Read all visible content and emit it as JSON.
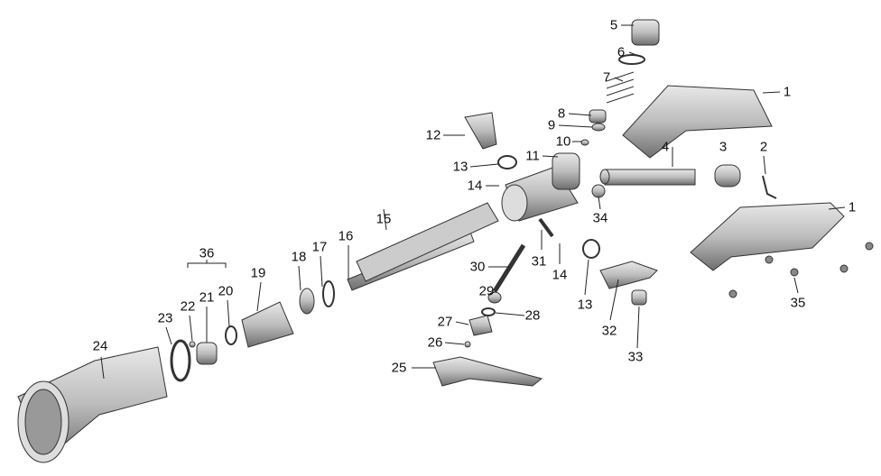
{
  "diagram": {
    "type": "exploded-parts-view",
    "labels": [
      {
        "id": "l5",
        "text": "5"
      },
      {
        "id": "l6",
        "text": "6"
      },
      {
        "id": "l7",
        "text": "7"
      },
      {
        "id": "l1a",
        "text": "1"
      },
      {
        "id": "l8",
        "text": "8"
      },
      {
        "id": "l9",
        "text": "9"
      },
      {
        "id": "l12",
        "text": "12"
      },
      {
        "id": "l10",
        "text": "10"
      },
      {
        "id": "l3",
        "text": "3"
      },
      {
        "id": "l2",
        "text": "2"
      },
      {
        "id": "l11",
        "text": "11"
      },
      {
        "id": "l4",
        "text": "4"
      },
      {
        "id": "l13a",
        "text": "13"
      },
      {
        "id": "l14a",
        "text": "14"
      },
      {
        "id": "l1b",
        "text": "1"
      },
      {
        "id": "l34",
        "text": "34"
      },
      {
        "id": "l15",
        "text": "15"
      },
      {
        "id": "l31",
        "text": "31"
      },
      {
        "id": "l14b",
        "text": "14"
      },
      {
        "id": "l16",
        "text": "16"
      },
      {
        "id": "l17",
        "text": "17"
      },
      {
        "id": "l18",
        "text": "18"
      },
      {
        "id": "l36",
        "text": "36"
      },
      {
        "id": "l19",
        "text": "19"
      },
      {
        "id": "l21",
        "text": "21"
      },
      {
        "id": "l20",
        "text": "20"
      },
      {
        "id": "l22",
        "text": "22"
      },
      {
        "id": "l30",
        "text": "30"
      },
      {
        "id": "l13b",
        "text": "13"
      },
      {
        "id": "l35",
        "text": "35"
      },
      {
        "id": "l29",
        "text": "29"
      },
      {
        "id": "l28",
        "text": "28"
      },
      {
        "id": "l23",
        "text": "23"
      },
      {
        "id": "l27",
        "text": "27"
      },
      {
        "id": "l32",
        "text": "32"
      },
      {
        "id": "l24",
        "text": "24"
      },
      {
        "id": "l26",
        "text": "26"
      },
      {
        "id": "l33",
        "text": "33"
      },
      {
        "id": "l25",
        "text": "25"
      }
    ]
  }
}
